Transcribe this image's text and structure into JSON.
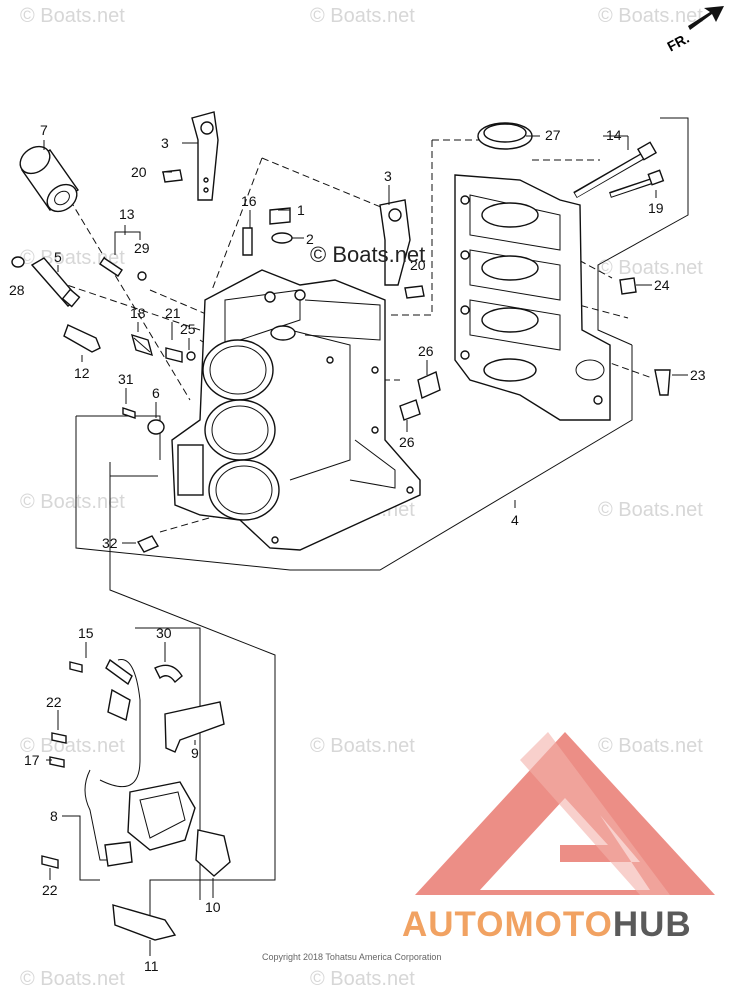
{
  "watermark_text": "© Boats.net",
  "center_watermark": "© Boats.net",
  "front_indicator": "FR.",
  "copyright": "Copyright 2018 Tohatsu America Corporation",
  "brand": {
    "part1": "AUTOMOTO",
    "part2": "HUB",
    "color1": "#f1a262",
    "color2": "#5a5a5a",
    "logo_color": "#ec8e86"
  },
  "callouts": {
    "c1": "1",
    "c2": "2",
    "c3a": "3",
    "c3b": "3",
    "c4": "4",
    "c5": "5",
    "c6": "6",
    "c7": "7",
    "c8": "8",
    "c9": "9",
    "c10": "10",
    "c11": "11",
    "c12": "12",
    "c13": "13",
    "c14": "14",
    "c15": "15",
    "c16": "16",
    "c17": "17",
    "c18": "18",
    "c19": "19",
    "c20a": "20",
    "c20b": "20",
    "c21": "21",
    "c22a": "22",
    "c22b": "22",
    "c23": "23",
    "c24": "24",
    "c25": "25",
    "c26a": "26",
    "c26b": "26",
    "c27": "27",
    "c28": "28",
    "c29": "29",
    "c30": "30",
    "c31": "31",
    "c32": "32"
  }
}
